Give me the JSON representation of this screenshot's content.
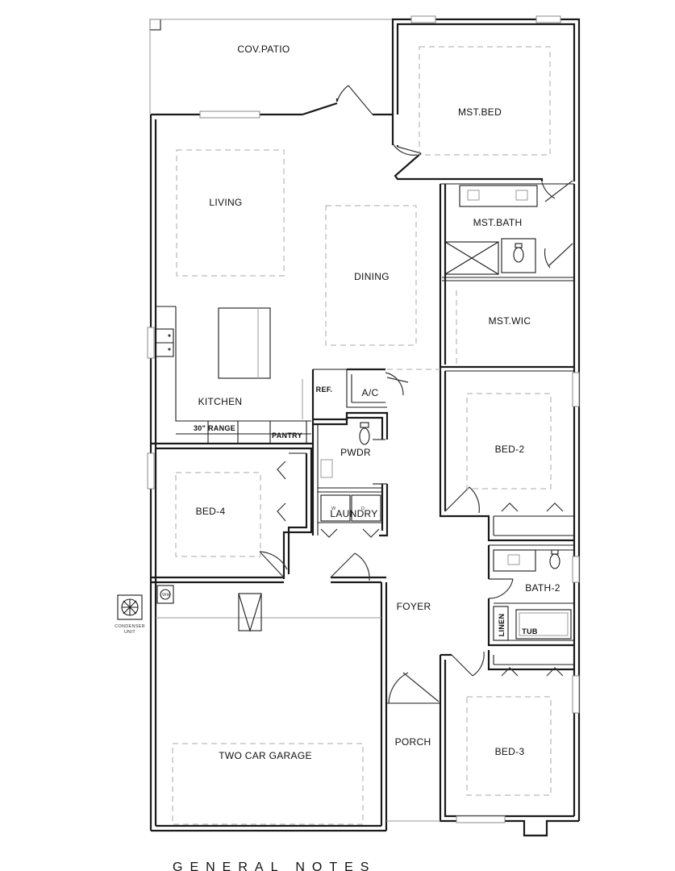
{
  "rooms": {
    "cov_patio": "COV.PATIO",
    "mst_bed": "MST.BED",
    "living": "LIVING",
    "dining": "DINING",
    "mst_bath": "MST.BATH",
    "mst_wic": "MST.WIC",
    "kitchen": "KITCHEN",
    "range": "30\" RANGE",
    "pantry": "PANTRY",
    "ref": "REF.",
    "ac": "A/C",
    "pwdr": "PWDR",
    "laundry": "LAUNDRY",
    "bed_2": "BED-2",
    "bed_4": "BED-4",
    "bath_2": "BATH-2",
    "foyer": "FOYER",
    "linen": "LINEN",
    "tub": "TUB",
    "porch": "PORCH",
    "bed_3": "BED-3",
    "garage": "TWO CAR GARAGE"
  },
  "equipment": {
    "condenser_line1": "CONDENSER",
    "condenser_line2": "UNIT",
    "water_heater": "WH",
    "washer": "W",
    "dryer": "D"
  },
  "footer": {
    "general_notes": "GENERAL NOTES"
  }
}
